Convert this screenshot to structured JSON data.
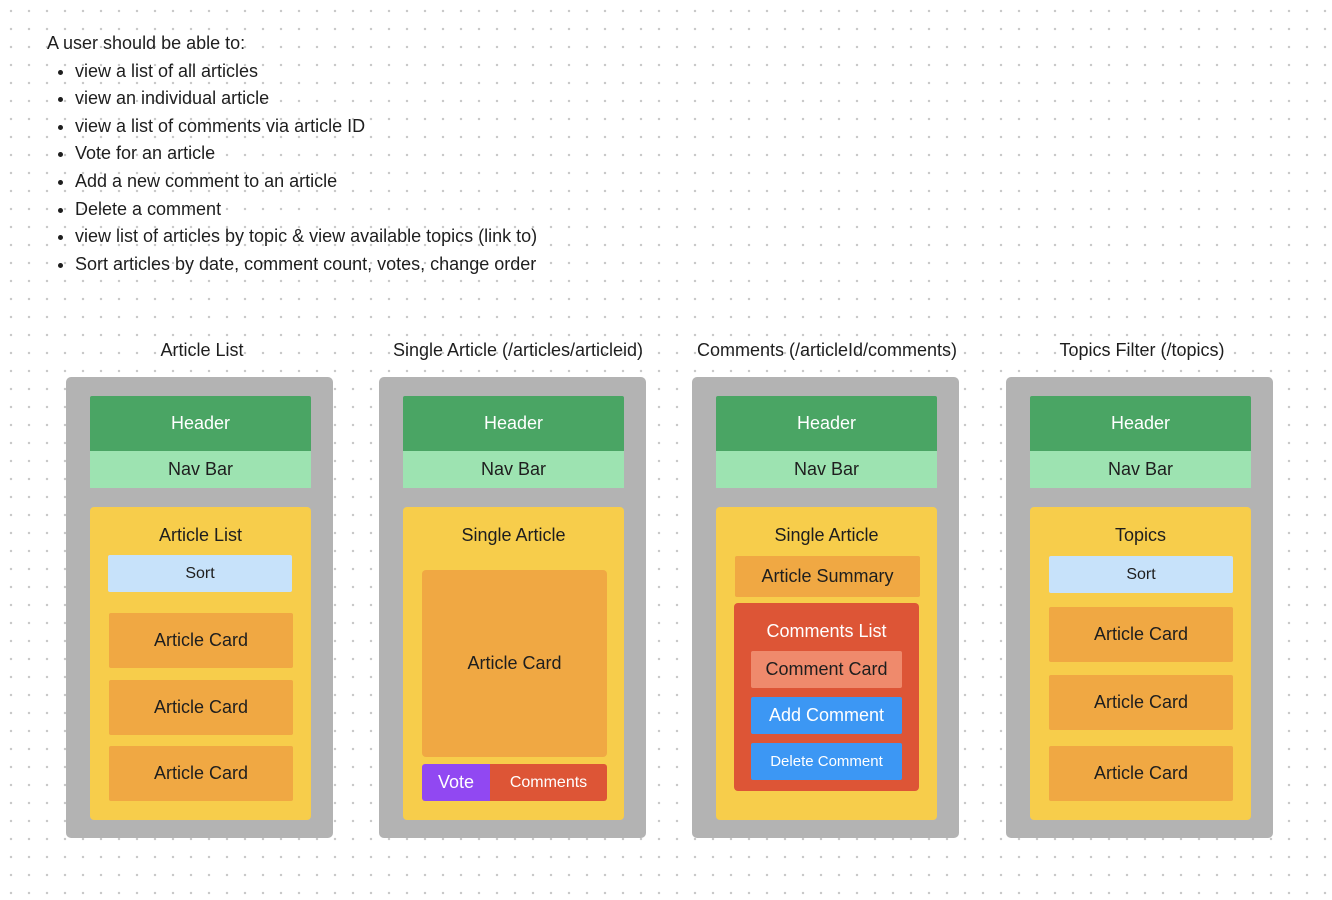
{
  "requirements": {
    "intro": "A user should be able to:",
    "items": [
      "view a list of all articles",
      "view an individual article",
      "view a list of comments via article ID",
      "Vote for an article",
      "Add a new comment to an article",
      "Delete a comment",
      "view list of articles by topic & view available topics (link to)",
      "Sort articles by date, comment count, votes, change order"
    ]
  },
  "wireframes": {
    "article_list": {
      "title": "Article List",
      "header": "Header",
      "nav": "Nav Bar",
      "panel_title": "Article List",
      "sort": "Sort",
      "cards": [
        "Article Card",
        "Article Card",
        "Article Card"
      ]
    },
    "single_article": {
      "title": "Single Article (/articles/articleid)",
      "header": "Header",
      "nav": "Nav Bar",
      "panel_title": "Single Article",
      "card": "Article Card",
      "vote": "Vote",
      "comments": "Comments"
    },
    "comments": {
      "title": "Comments (/articleId/comments)",
      "header": "Header",
      "nav": "Nav Bar",
      "panel_title": "Single Article",
      "summary": "Article Summary",
      "list_title": "Comments List",
      "comment_card": "Comment Card",
      "add": "Add Comment",
      "delete": "Delete Comment"
    },
    "topics": {
      "title": "Topics Filter (/topics)",
      "header": "Header",
      "nav": "Nav Bar",
      "panel_title": "Topics",
      "sort": "Sort",
      "cards": [
        "Article Card",
        "Article Card",
        "Article Card"
      ]
    }
  },
  "colors": {
    "header": "#4aa564",
    "nav": "#9de3b1",
    "panel": "#f7cd4b",
    "card": "#f0a843",
    "sort": "#c7e2fa",
    "frame": "#b3b3b3",
    "comments_list": "#dd5536",
    "comment_card": "#ef8a6c",
    "button_blue": "#3c97f4",
    "vote": "#9148f2"
  }
}
